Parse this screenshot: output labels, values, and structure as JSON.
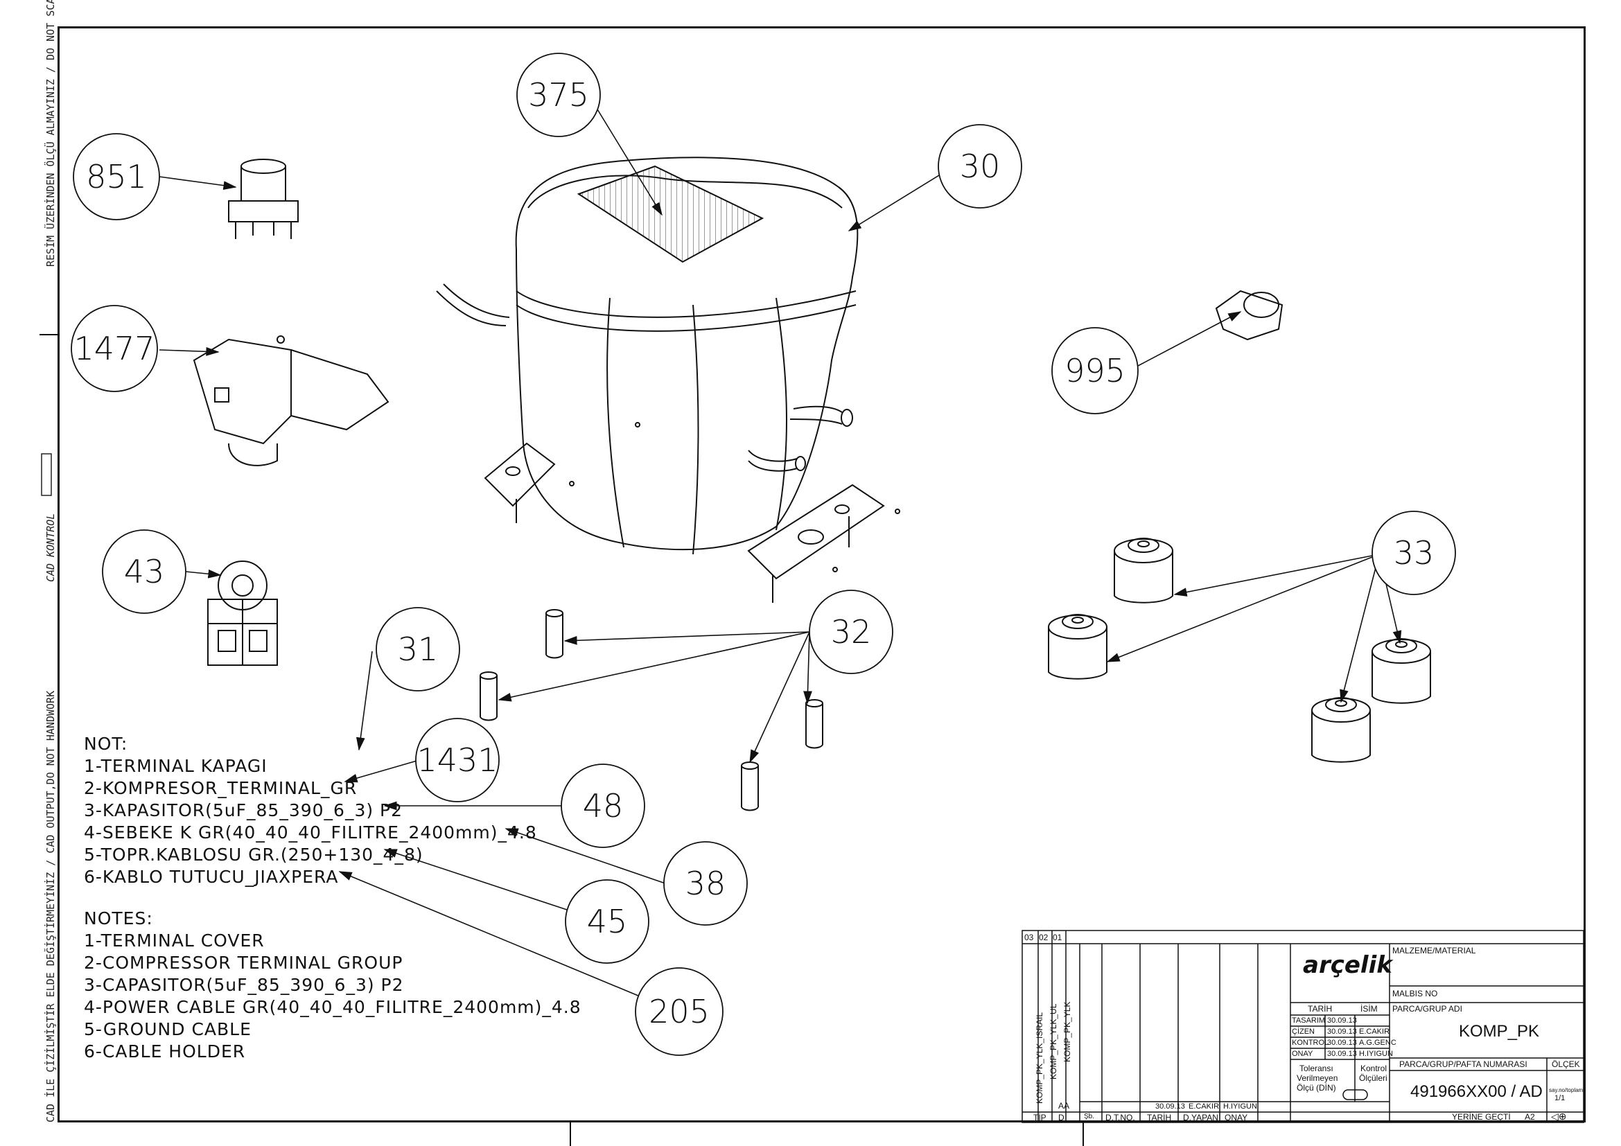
{
  "side_labels": {
    "top": "RESİM ÜZERİNDEN ÖLÇÜ ALMAYINIZ / DO NOT SCALE",
    "middle": "CAD KONTROL",
    "bottom1": "CAD İLE ÇİZİLMİŞTİR ELDE DEĞİŞTİRMEYİNİZ / CAD OUTPUT,DO NOT HANDWORK"
  },
  "balloons": [
    {
      "id": "375",
      "label": "375"
    },
    {
      "id": "30",
      "label": "30"
    },
    {
      "id": "851",
      "label": "851"
    },
    {
      "id": "1477",
      "label": "1477"
    },
    {
      "id": "995",
      "label": "995"
    },
    {
      "id": "43",
      "label": "43"
    },
    {
      "id": "33",
      "label": "33"
    },
    {
      "id": "31",
      "label": "31"
    },
    {
      "id": "32",
      "label": "32"
    },
    {
      "id": "1431",
      "label": "1431"
    },
    {
      "id": "48",
      "label": "48"
    },
    {
      "id": "38",
      "label": "38"
    },
    {
      "id": "45",
      "label": "45"
    },
    {
      "id": "205",
      "label": "205"
    }
  ],
  "notes_tr": {
    "heading": "NOT:",
    "items": [
      "1-TERMINAL KAPAGI",
      "2-KOMPRESOR_TERMINAL_GR",
      "3-KAPASITOR(5uF_85_390_6_3) P2",
      "4-SEBEKE K GR(40_40_40_FILITRE_2400mm)_4.8",
      "5-TOPR.KABLOSU GR.(250+130_4_8)",
      "6-KABLO TUTUCU_JIAXPERA"
    ]
  },
  "notes_en": {
    "heading": "NOTES:",
    "items": [
      "1-TERMINAL COVER",
      "2-COMPRESSOR TERMINAL GROUP",
      "3-CAPASITOR(5uF_85_390_6_3) P2",
      "4-POWER CABLE GR(40_40_40_FILITRE_2400mm)_4.8",
      "5-GROUND CABLE",
      "6-CABLE HOLDER"
    ]
  },
  "title_block": {
    "rev_headers": [
      "03",
      "02",
      "01"
    ],
    "variants": [
      "KOMP_PK_YLK_ISRAIL",
      "KOMP_PK_YLK_UL",
      "KOMP_PK_YLK"
    ],
    "logo": "arçelik",
    "material_label": "MALZEME/MATERIAL",
    "malbis_label": "MALBIS NO",
    "part_group_label": "PARCA/GRUP ADI",
    "part_name": "KOMP_PK",
    "part_number_label": "PARCA/GRUP/PAFTA NUMARASI",
    "scale_label": "ÖLÇEK",
    "part_number": "491966XX00 / AD",
    "replaced_label": "YERİNE GEÇTİ",
    "sheet_size": "A2",
    "scale_value": "1/1",
    "scale_small": "say.no/toplam",
    "date_header": "TARİH",
    "name_header": "İSİM",
    "rows": [
      {
        "role": "TASARIM",
        "date": "30.09.13",
        "name": ""
      },
      {
        "role": "ÇİZEN",
        "date": "30.09.13",
        "name": "E.CAKIR"
      },
      {
        "role": "KONTROL",
        "date": "30.09.13",
        "name": "A.G.GENC"
      },
      {
        "role": "ONAY",
        "date": "30.09.13",
        "name": "H.IYIGUN"
      }
    ],
    "tolerance": [
      "Toleransı",
      "Verilmeyen",
      "Ölçü (DİN)"
    ],
    "control": [
      "Kontrol",
      "Ölçüleri"
    ],
    "rev_row": {
      "code": "AA",
      "date": "30.09.13",
      "drawn": "E.CAKIR",
      "approved": "H.IYIGUN"
    },
    "footer": [
      "TİP",
      "D",
      "Şb.",
      "D.T.NO.",
      "TARİH",
      "D.YAPAN",
      "ONAY"
    ]
  }
}
